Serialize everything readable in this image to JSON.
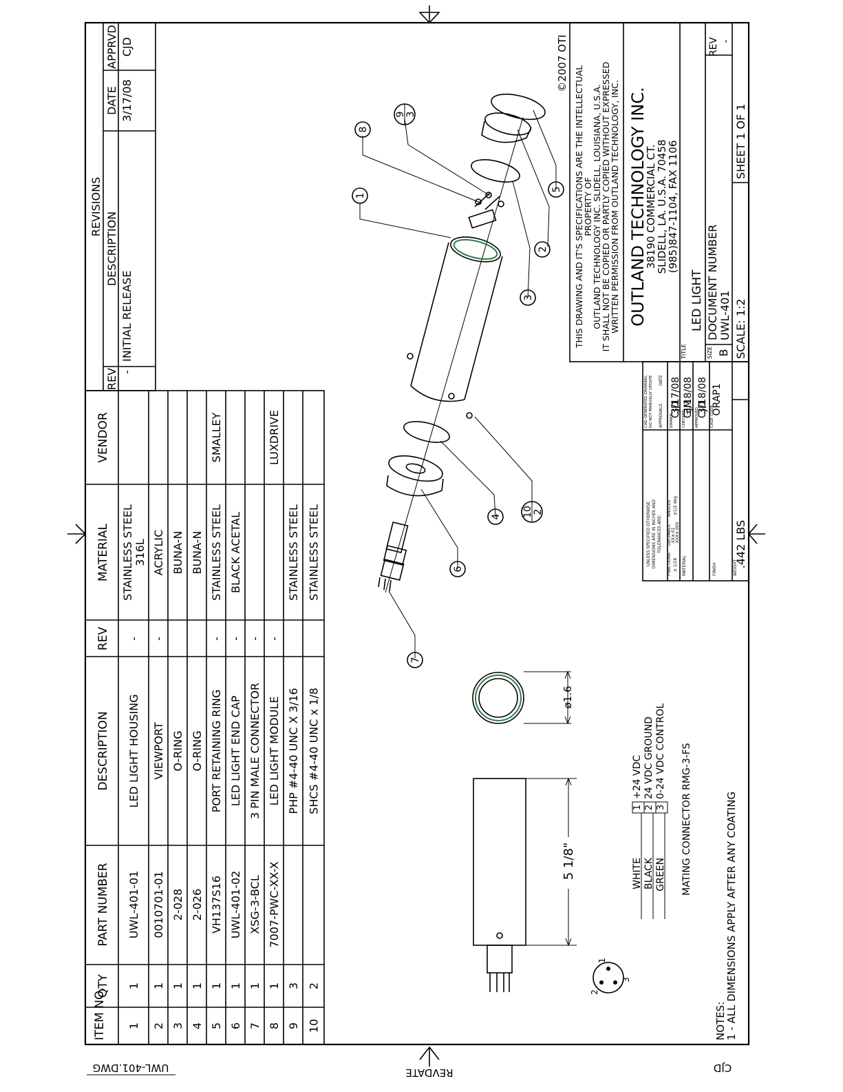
{
  "bom": {
    "headers": [
      "ITEM NO.",
      "QTY",
      "PART NUMBER",
      "DESCRIPTION",
      "REV",
      "MATERIAL",
      "VENDOR"
    ],
    "rows": [
      {
        "item": "1",
        "qty": "1",
        "part": "UWL-401-01",
        "desc": "LED LIGHT HOUSING",
        "rev": "-",
        "material": "STAINLESS STEEL",
        "material2": "316L",
        "vendor": ""
      },
      {
        "item": "2",
        "qty": "1",
        "part": "0010701-01",
        "desc": "VIEWPORT",
        "rev": "-",
        "material": "ACRYLIC",
        "material2": "",
        "vendor": ""
      },
      {
        "item": "3",
        "qty": "1",
        "part": "2-028",
        "desc": "O-RING",
        "rev": "",
        "material": "BUNA-N",
        "material2": "",
        "vendor": ""
      },
      {
        "item": "4",
        "qty": "1",
        "part": "2-026",
        "desc": "O-RING",
        "rev": "",
        "material": "BUNA-N",
        "material2": "",
        "vendor": ""
      },
      {
        "item": "5",
        "qty": "1",
        "part": "VH137S16",
        "desc": "PORT RETAINING RING",
        "rev": "-",
        "material": "STAINLESS STEEL",
        "material2": "",
        "vendor": "SMALLEY"
      },
      {
        "item": "6",
        "qty": "1",
        "part": "UWL-401-02",
        "desc": "LED LIGHT END CAP",
        "rev": "-",
        "material": "BLACK ACETAL",
        "material2": "",
        "vendor": ""
      },
      {
        "item": "7",
        "qty": "1",
        "part": "XSG-3-BCL",
        "desc": "3 PIN MALE CONNECTOR",
        "rev": "-",
        "material": "",
        "material2": "",
        "vendor": ""
      },
      {
        "item": "8",
        "qty": "1",
        "part": "7007-PWC-XX-X",
        "desc": "LED LIGHT MODULE",
        "rev": "-",
        "material": "",
        "material2": "",
        "vendor": "LUXDRIVE"
      },
      {
        "item": "9",
        "qty": "3",
        "part": "",
        "desc": "PHP #4-40 UNC X 3/16",
        "rev": "",
        "material": "STAINLESS STEEL",
        "material2": "",
        "vendor": ""
      },
      {
        "item": "10",
        "qty": "2",
        "part": "",
        "desc": "SHCS #4-40 UNC x 1/8",
        "rev": "",
        "material": "STAINLESS STEEL",
        "material2": "",
        "vendor": ""
      }
    ]
  },
  "revisions": {
    "title": "REVISIONS",
    "headers": [
      "REV",
      "DESCRIPTION",
      "DATE",
      "APPRVD"
    ],
    "row": {
      "rev": "-",
      "desc": "INITIAL RELEASE",
      "date": "3/17/08",
      "apprvd": "CJD"
    }
  },
  "copyright": "©2007 OTI",
  "notice": [
    "THIS DRAWING AND IT'S SPECIFICATIONS ARE THE INTELLECTUAL",
    "PROPERTY OF",
    "OUTLAND TECHNOLOGY INC. SLIDELL, LOUISIANA, U.S.A.",
    "IT SHALL NOT BE COPIED OR PARTLY COPIED WITHOUT EXPRESSED",
    "WRITTEN PERMISSION FROM OUTLAND TECHNOLOGY, INC."
  ],
  "company": {
    "name": "OUTLAND TECHNOLOGY INC.",
    "address1": "38190 COMMERCIAL CT.",
    "address2": "SLIDELL, LA. U.S.A. 70458",
    "phone": "(985)847-1104, FAX 1106"
  },
  "titleblock": {
    "title_label": "TITLE",
    "title": "LED LIGHT",
    "size_label": "SIZE",
    "size": "B",
    "docnum_label": "DOCUMENT NUMBER",
    "docnum": "UWL-401",
    "rev_label": "REV",
    "rev": "-",
    "scale": "SCALE: 1:2",
    "sheet": "SHEET 1 OF 1",
    "cad_note1": "CAD GENERATED DRAWING,",
    "cad_note2": "DO NOT MANUALLY UPDATE",
    "approvals": "APPROVALS",
    "date_label": "DATE",
    "drawn_label": "DRAWN",
    "drawn": "CJD",
    "drawn_date": "3/17/08",
    "checked_label": "CHECKED",
    "checked": "GJM",
    "checked_date": "3/18/08",
    "approved_label": "APPROVED",
    "approved": "CJD",
    "approved_date": "3/18/08",
    "cage_label": "CAGE CODE",
    "cage": "ORAP1",
    "tol1": "UNLESS SPECIFIED OTHERWISE",
    "tol2": "DIMENSIONS ARE IN INCHES AND",
    "tol3": "TOLERANCES ARE:",
    "fractions": "FRACTIONS",
    "decimals": "DECIMALS",
    "angles": "ANGLES",
    "frac_val": "± 1/16",
    "dec_val1": ".XX±.01",
    "dec_val2": ".XXX±.005",
    "ang_val": "±1/2 deg",
    "material_label": "MATERIAL",
    "finish_label": "FINISH",
    "weight_label": "WEIGHT",
    "weight": ".442 LBS"
  },
  "dims": {
    "diameter": "ø1.6",
    "length": "5 1/8\""
  },
  "wiring": {
    "wires": [
      {
        "color": "WHITE",
        "pin": "1",
        "signal": "+24 VDC"
      },
      {
        "color": "BLACK",
        "pin": "2",
        "signal": "24 VDC GROUND"
      },
      {
        "color": "GREEN",
        "pin": "3",
        "signal": "0-24 VDC CONTROL"
      }
    ],
    "mating": "MATING CONNECTOR RMG-3-FS",
    "pin_labels": [
      "1",
      "2",
      "3"
    ]
  },
  "notes": {
    "heading": "NOTES:",
    "line1": "1 - ALL DIMENSIONS APPLY AFTER ANY COATING"
  },
  "balloons": [
    {
      "n": "1",
      "sub": ""
    },
    {
      "n": "2",
      "sub": ""
    },
    {
      "n": "3",
      "sub": ""
    },
    {
      "n": "4",
      "sub": ""
    },
    {
      "n": "5",
      "sub": ""
    },
    {
      "n": "6",
      "sub": ""
    },
    {
      "n": "7",
      "sub": ""
    },
    {
      "n": "8",
      "sub": ""
    },
    {
      "n": "9",
      "sub": "3"
    },
    {
      "n": "10",
      "sub": "2"
    }
  ],
  "margin": {
    "filename": "UWL-401.DWG",
    "revdate": "REVDATE",
    "initials": "CJD"
  }
}
